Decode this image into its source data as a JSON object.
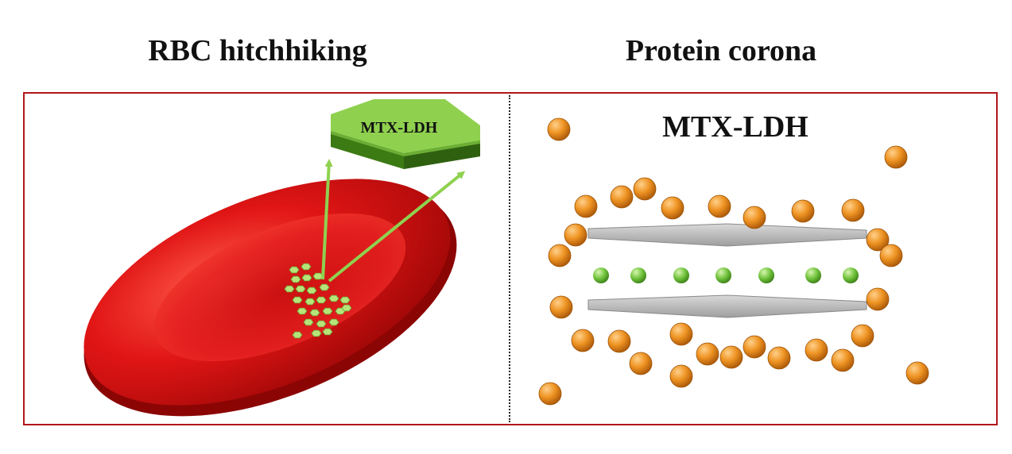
{
  "left_panel": {
    "title": "RBC hitchhiking",
    "hexagon_label": "MTX-LDH"
  },
  "right_panel": {
    "title": "Protein corona",
    "label": "MTX-LDH"
  },
  "colors": {
    "frame": "#b3161b",
    "rbc": "#e01515",
    "nanosheet": "#8fd14f",
    "protein": "#e88a1a",
    "intercalated_drug": "#6fc23b",
    "layer": "#bdbdbd"
  }
}
